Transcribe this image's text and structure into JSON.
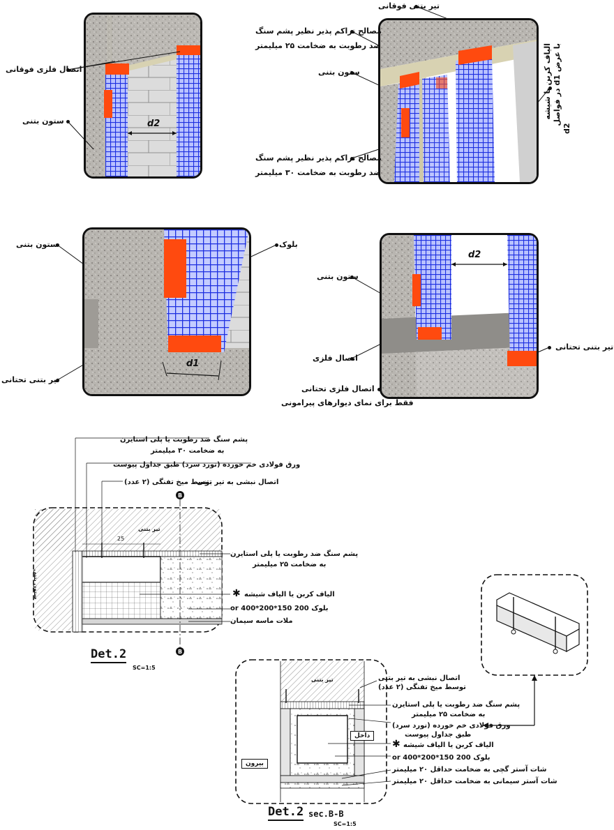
{
  "colors": {
    "mesh": "#1d2fe0",
    "metal": "#ff4a0f",
    "concrete": "#b4b1ac",
    "block": "#dcdcdc",
    "beam": "#d8d2b2"
  },
  "panel_a": {
    "d2": "d2",
    "label_top_metal": "اتصال فلزی فوقانی",
    "label_column": "ستون بتنی"
  },
  "panel_b": {
    "label_top_beam": "تیر بتنی فوقانی",
    "label_compressible_25_l1": "مصالح تراکم پذیر نظیر پشم سنگ",
    "label_compressible_25_l2": "ضد رطوبت به ضخامت ۲۵ میلیمتر",
    "label_column": "ستون بتنی",
    "label_compressible_30_l1": "مصالح تراکم پذیر نظیر پشم سنگ",
    "label_compressible_30_l2": "ضد رطوبت به ضخامت ۳۰ میلیمتر",
    "vertical_l1": "الیاف کربن یا شیشه",
    "vertical_l2": "با عرض d1 در فواصل",
    "vertical_l3": "d2"
  },
  "panel_c": {
    "label_column": "ستون بتنی",
    "label_block": "بلوک",
    "label_bottom_beam": "تیر بتنی تحتانی",
    "d1": "d1"
  },
  "panel_d": {
    "d2": "d2",
    "label_column": "ستون بتنی",
    "label_metal": "اتصال فلزی",
    "label_bottom_beam": "تیر بتنی تحتانی",
    "label_bottom_metal": "اتصال فلزی تحتانی",
    "note": "فقط برای نمای دیوارهای پیرامونی"
  },
  "det2": {
    "title": "Det.2",
    "scale": "SC=1:5",
    "marker": "B",
    "beam_text": "تیر بتنی",
    "column_text": "ستون بتنی",
    "dim_25": "25",
    "l_wool_30_l1": "پشم سنگ ضد رطوبت یا پلی استایرن",
    "l_wool_30_l2": "به ضخامت ۳۰ میلیمتر",
    "l_steel_l1": "ورق فولادی خم خورده (نورد سرد) طبق جداول پیوست",
    "l_anchor_a": "اتصال نبشی به تیر بتنی",
    "l_anchor_b": "توسط میخ تفنگی (۲ عدد)",
    "l_wool_25_l1": "پشم سنگ ضد رطوبت یا پلی استایرن",
    "l_wool_25_l2": "به ضخامت ۲۵ میلیمتر",
    "l_fiber": "الیاف کربن یا الیاف شیشه",
    "l_block": "بلوک 200 or 400*200*150",
    "l_mortar": "ملات ماسه سیمان",
    "asterisk": "✱"
  },
  "section": {
    "title": "Det.2",
    "subtitle": "sec.B-B",
    "scale": "SC=1:5",
    "beam_text": "تیر بتنی",
    "inside": "داخل",
    "outside": "بیرون",
    "l_anchor_l1": "اتصال نبشی به تیر بتنی",
    "l_anchor_l2": "توسط میخ تفنگی (۲ عدد)",
    "l_wool_l1": "پشم سنگ ضد رطوبت یا پلی استایرن",
    "l_wool_l2": "به ضخامت ۲۵ میلیمتر",
    "l_steel_l1": "ورق فولادی خم خورده (نورد سرد)",
    "l_steel_l2": "طبق جداول پیوست",
    "l_fiber": "الیاف کربن یا الیاف شیشه",
    "l_block": "بلوک 200 or 400*200*150",
    "l_gypsum": "شات آستر گچی به ضخامت حداقل ۲۰ میلیمتر",
    "l_cement": "شات آستر سیمانی به ضخامت حداقل ۲۰ میلیمتر",
    "asterisk": "✱"
  }
}
